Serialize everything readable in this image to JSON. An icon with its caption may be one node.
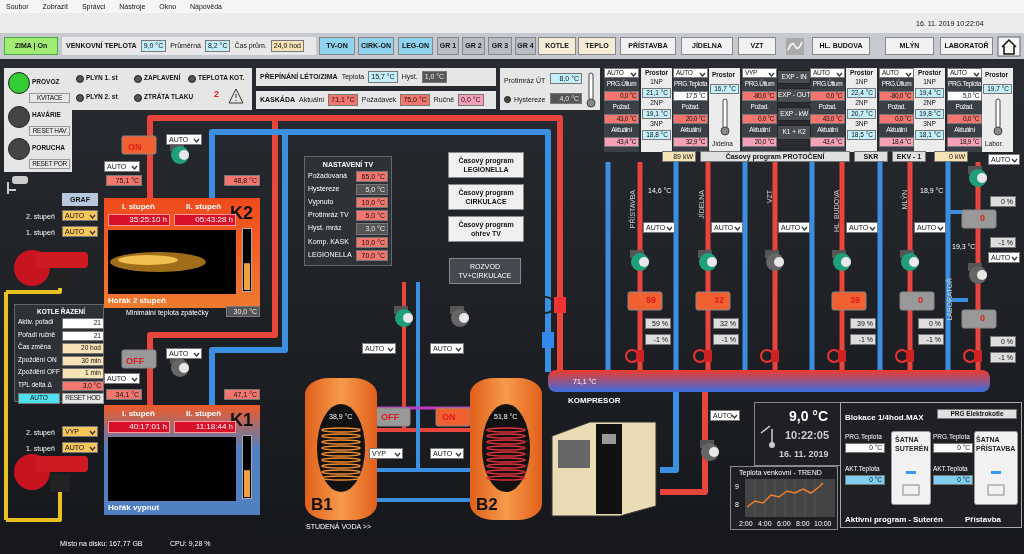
{
  "diagram": {
    "nodes": [
      {
        "text": [
          "Soubor",
          "Zobrazit",
          "Správci",
          "Nástroje",
          "Okno",
          "Nápověda"
        ]
      },
      {
        "text": [
          "ZIMA | On"
        ]
      },
      {
        "text": [
          "VENKOVNÍ TEPLOTA",
          "9,0 °C",
          "Průměrná",
          "8,2 °C",
          "Čas prům.",
          "24,0 hod"
        ]
      },
      {
        "text": [
          "TV-ON"
        ]
      },
      {
        "text": [
          "CIRK-ON"
        ]
      },
      {
        "text": [
          "LEG-ON"
        ]
      },
      {
        "text": [
          "GR 1"
        ]
      },
      {
        "text": [
          "GR 2"
        ]
      },
      {
        "text": [
          "GR 3"
        ]
      },
      {
        "text": [
          "GR 4"
        ]
      },
      {
        "text": [
          "KOTLE"
        ]
      },
      {
        "text": [
          "TEPLO"
        ]
      },
      {
        "text": [
          "PŘÍSTAVBA"
        ]
      },
      {
        "text": [
          "JÍDELNA"
        ]
      },
      {
        "text": [
          "VZT"
        ]
      },
      {
        "text": [
          "HL. BUDOVA"
        ]
      },
      {
        "text": [
          "MLÝN"
        ]
      },
      {
        "text": [
          "LABORATOŘ"
        ]
      },
      {
        "text": [
          "PROVOZ",
          "KVITACE",
          "HAVÁRIE",
          "RESET HAV",
          "PORUCHA",
          "RESET POR"
        ]
      },
      {
        "text": [
          "PLYN 1. st",
          "ZAPLAVENÍ",
          "TEPLOTA KOT.",
          "PLYN 2. st",
          "ZTRÁTA TLAKU",
          "2"
        ]
      },
      {
        "text": [
          "PŘEPÍNÁNÍ LÉTO/ZIMA",
          "Teplota",
          "15,7 °C",
          "Hyst.",
          "1,0 °C"
        ]
      },
      {
        "text": [
          "KASKÁDA",
          "Aktuální",
          "71,1 °C",
          "Požadavek",
          "75,0 °C",
          "Ručně",
          "0,0 °C"
        ]
      },
      {
        "text": [
          "Protimráz ÚT",
          "8,0 °C",
          "Hystereze",
          "4,0 °C"
        ]
      },
      {
        "text": [
          "AUTO",
          "PRG.Útlum",
          "0,0 °C",
          "Požad.",
          "43,0 °C",
          "Aktuální",
          "43,4 °C"
        ]
      },
      {
        "text": [
          "Prostor",
          "1NP",
          "21,1 °C",
          "2NP",
          "19,1 °C",
          "3NP",
          "18,8 °C"
        ]
      },
      {
        "text": [
          "AUTO",
          "PRG.Teplota",
          "17,5 °C",
          "Požad.",
          "20,0 °C",
          "Aktuální",
          "32,9 °C"
        ]
      },
      {
        "text": [
          "Prostor",
          "16,7 °C",
          "Jídelna"
        ]
      },
      {
        "text": [
          "VYP",
          "PRG.Útlum",
          "-80,0 °C",
          "Požad.",
          "0,0 °C",
          "Aktuální",
          "20,0 °C"
        ]
      },
      {
        "text": [
          "EXP - IN",
          "EXP - OUT",
          "EXP - kW",
          "K1 + K2"
        ]
      },
      {
        "text": [
          "AUTO",
          "PRG.Útlum",
          "0,0 °C",
          "Požad.",
          "43,0 °C",
          "Aktuální",
          "43,4 °C"
        ]
      },
      {
        "text": [
          "Prostor",
          "1NP",
          "22,4 °C",
          "2NP",
          "20,7 °C",
          "3NP",
          "18,5 °C"
        ]
      },
      {
        "text": [
          "AUTO",
          "PRG.Útlum",
          "-80,0 °C",
          "Požad.",
          "0,0 °C",
          "Aktuální",
          "18,4 °C"
        ]
      },
      {
        "text": [
          "Prostor",
          "1NP",
          "19,4 °C",
          "2NP",
          "19,8 °C",
          "3NP",
          "18,1 °C"
        ]
      },
      {
        "text": [
          "AUTO",
          "PRG.Teplota",
          "5,0 °C",
          "Požad.",
          "0,0 °C",
          "Aktuální",
          "18,9 °C"
        ]
      },
      {
        "text": [
          "Prostor",
          "19,7 °C",
          "Labor."
        ]
      },
      {
        "text": [
          "I. stupeň",
          "II. stupeň",
          "K2",
          "35:25:10 h",
          "05:43:28 h",
          "Hořák 2 stupeň"
        ]
      },
      {
        "text": [
          "I. stupeň",
          "II. stupeň",
          "K1",
          "40:17:01 h",
          "11:18:44 h",
          "Hořák vypnut"
        ]
      },
      {
        "text": [
          "GRAF"
        ]
      },
      {
        "text": [
          "NASTAVENÍ TV",
          "Požadovaná",
          "65,0 °C",
          "Hystereze",
          "5,0 °C",
          "Vypnuto",
          "10,0 °C",
          "Protimráz TV",
          "5,0 °C",
          "Hyst. mráz",
          "3,0 °C",
          "Komp. KASK",
          "10,0 °C",
          "LEGIONELLA",
          "70,0 °C"
        ]
      },
      {
        "text": [
          "Časový program LEGIONELLA"
        ]
      },
      {
        "text": [
          "Časový program CIRKULACE"
        ]
      },
      {
        "text": [
          "Časový program ohřev TV"
        ]
      },
      {
        "text": [
          "ROZVOD TV+CIRKULACE"
        ]
      },
      {
        "text": [
          "KOTLE ŘAZENÍ",
          "Aktiv. pořadí",
          "21",
          "Pořadí ručně",
          "21",
          "Čas změna",
          "20 hod",
          "Zpoždění ON",
          "30 min",
          "Zpoždění OFF",
          "1 min",
          "TPL delta Δ",
          "3,0 °C",
          "AUTO",
          "RESET HOD"
        ]
      },
      {
        "text": [
          "38,9 °C",
          "B1"
        ]
      },
      {
        "text": [
          "51,8 °C",
          "B2"
        ]
      },
      {
        "text": [
          "9,0 °C",
          "10:22:05",
          "16. 11. 2019"
        ]
      },
      {
        "text": [
          "Teplota venkovní - TREND",
          "9",
          "8",
          "2:00",
          "4:00",
          "6:00",
          "8:00",
          "10:00"
        ]
      },
      {
        "text": [
          "Blokace 1/4hod.MAX",
          "PRG Elektrokotle",
          "PRG.Teplota",
          "0 °C",
          "AKT.Teplota",
          "0 °C",
          "ŠATNA SUTERÉN",
          "PRG.Teplota",
          "0 °C",
          "AKT.Teplota",
          "0 °C",
          "ŠATNA PŘÍSTAVBA",
          "Aktivní program -",
          "Suterén",
          "Přístavba"
        ]
      },
      {
        "text": [
          "KOMPRESOR"
        ]
      }
    ],
    "labels": [
      "16. 11. 2019 10:22:04",
      "75,1 °C",
      "48,8 °C",
      "34,1 °C",
      "47,1 °C",
      "2. stupeň",
      "AUTO",
      "1. stupeň",
      "AUTO",
      "2. stupeň",
      "VYP",
      "1. stupeň",
      "AUTO",
      "ON",
      "AUTO",
      "AUTO",
      "OFF",
      "AUTO",
      "AUTO",
      "AUTO",
      "AUTO",
      "OFF",
      "ON",
      "VYP",
      "AUTO",
      "STUDENÁ VODA >>",
      "PŘÍSTAVBA",
      "JÍDELNA",
      "VZT",
      "HL. BUDOVA",
      "MLÝN",
      "LABORATOŘ",
      "14,6 °C",
      "18,9 °C",
      "19,3 °C",
      "AUTO",
      "AUTO",
      "AUTO",
      "AUTO",
      "AUTO",
      "AUTO",
      "AUTO",
      "59",
      "32",
      "39",
      "0",
      "0",
      "0",
      "59 %",
      "-1 %",
      "32 %",
      "-1 %",
      "39 %",
      "-1 %",
      "0 %",
      "-1 %",
      "0 %",
      "-1 %",
      "0 %",
      "-1 %",
      "71,1 °C",
      "AUTO",
      "Místo na disku: 167,77 GB",
      "CPU: 9,28 %",
      "Minimální teplota zpátečky",
      "30,0 °C",
      "89 kW",
      "Časový program PROTOČENÍ",
      "SKR",
      "EKV - 1",
      "0 kW"
    ]
  }
}
